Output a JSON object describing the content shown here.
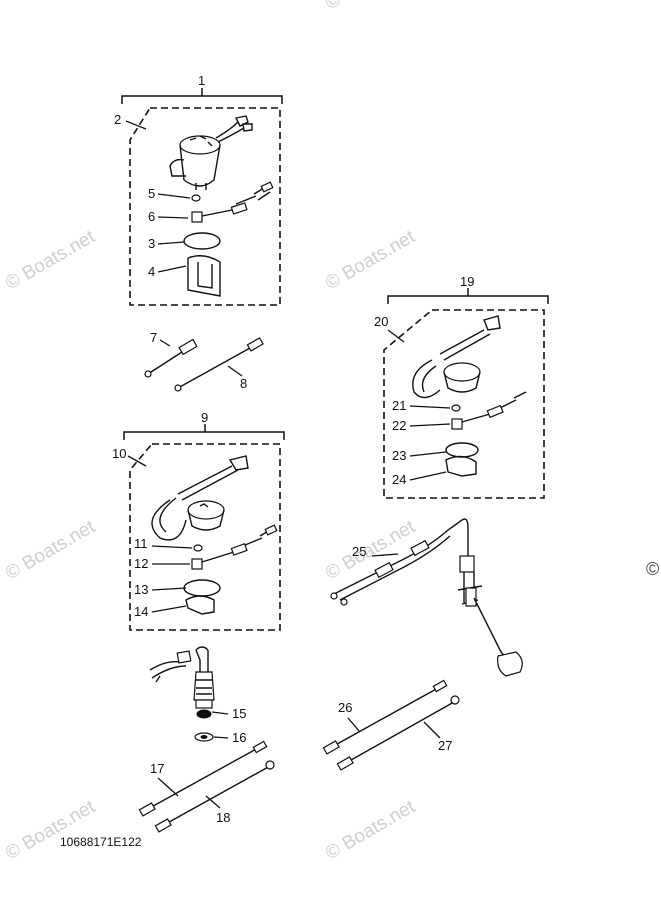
{
  "watermark": "© Boats.net",
  "edge_mark": "©",
  "diagram_code": "10688171E122",
  "labels": {
    "p1": "1",
    "p2": "2",
    "p3": "3",
    "p4": "4",
    "p5": "5",
    "p6": "6",
    "p7": "7",
    "p8": "8",
    "p9": "9",
    "p10": "10",
    "p11": "11",
    "p12": "12",
    "p13": "13",
    "p14": "14",
    "p15": "15",
    "p16": "16",
    "p17": "17",
    "p18": "18",
    "p19": "19",
    "p20": "20",
    "p21": "21",
    "p22": "22",
    "p23": "23",
    "p24": "24",
    "p25": "25",
    "p26": "26",
    "p27": "27"
  }
}
